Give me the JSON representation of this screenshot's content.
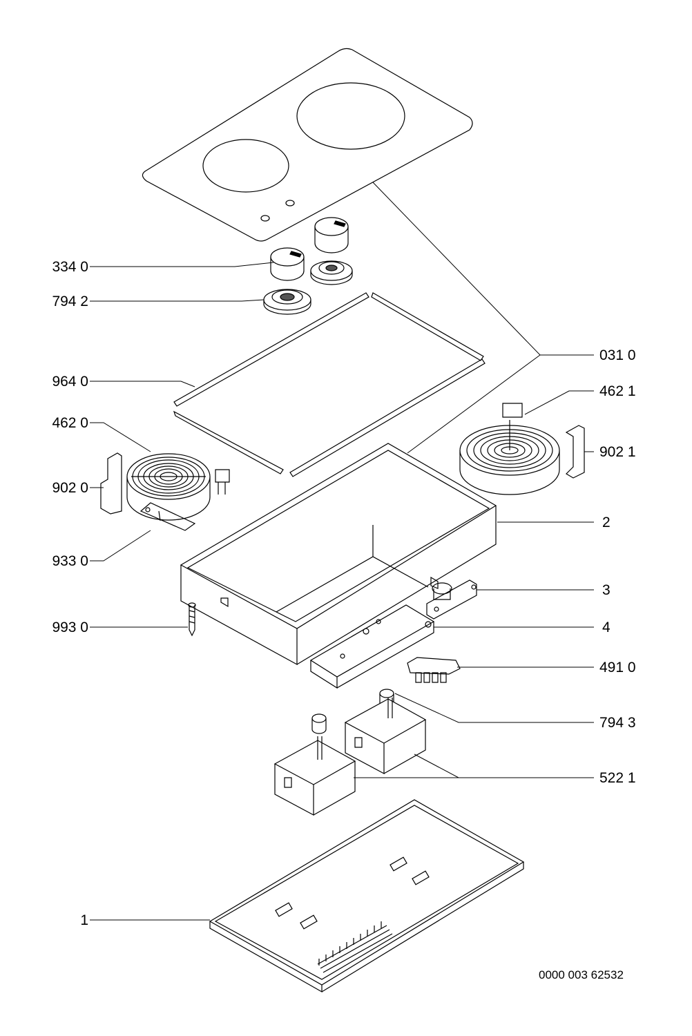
{
  "callouts": {
    "left": [
      {
        "id": "3340",
        "text": "334 0"
      },
      {
        "id": "7942",
        "text": "794 2"
      },
      {
        "id": "9640",
        "text": "964 0"
      },
      {
        "id": "4620",
        "text": "462 0"
      },
      {
        "id": "9020",
        "text": "902 0"
      },
      {
        "id": "9330",
        "text": "933 0"
      },
      {
        "id": "9930",
        "text": "993 0"
      },
      {
        "id": "1",
        "text": "1"
      }
    ],
    "right": [
      {
        "id": "0310",
        "text": "031 0"
      },
      {
        "id": "4621",
        "text": "462 1"
      },
      {
        "id": "9021",
        "text": "902 1"
      },
      {
        "id": "2",
        "text": "2"
      },
      {
        "id": "3",
        "text": "3"
      },
      {
        "id": "4",
        "text": "4"
      },
      {
        "id": "4910",
        "text": "491 0"
      },
      {
        "id": "7943",
        "text": "794 3"
      },
      {
        "id": "5221",
        "text": "522 1"
      }
    ]
  },
  "document_number": "0000 003 62532"
}
